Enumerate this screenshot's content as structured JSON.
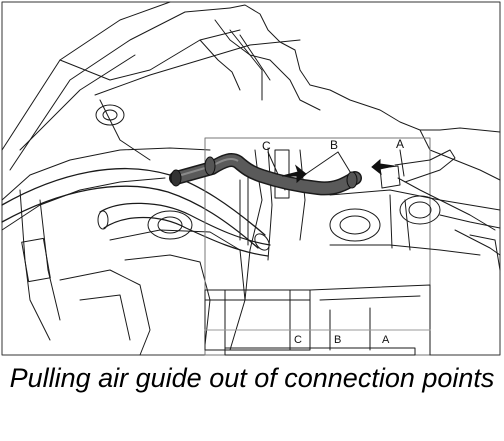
{
  "callouts": {
    "top": {
      "a": "A",
      "b": "B",
      "c": "C"
    },
    "inset": {
      "a": "A",
      "b": "B",
      "c": "C"
    }
  },
  "caption": "Pulling air guide out of connection points",
  "colors": {
    "line": "#1a1a1a",
    "air_guide": "#444444",
    "background": "#ffffff"
  }
}
